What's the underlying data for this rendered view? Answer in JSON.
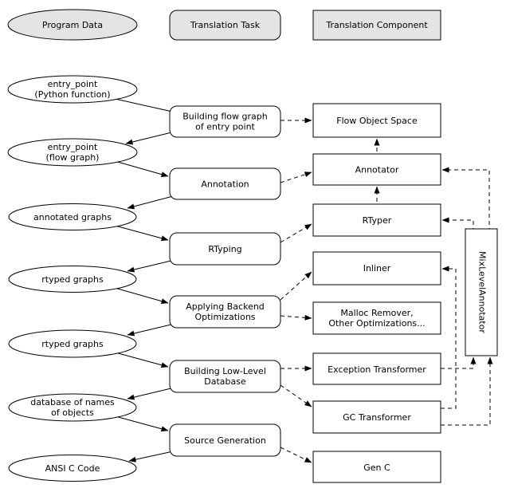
{
  "legend": {
    "data_label": "Program Data",
    "task_label": "Translation Task",
    "component_label": "Translation Component"
  },
  "data_nodes": {
    "entry_point_py": {
      "l1": "entry_point",
      "l2": "(Python function)"
    },
    "entry_point_fg": {
      "l1": "entry_point",
      "l2": "(flow graph)"
    },
    "annotated_graphs": {
      "l1": "annotated graphs"
    },
    "rtyped_graphs_1": {
      "l1": "rtyped graphs"
    },
    "rtyped_graphs_2": {
      "l1": "rtyped graphs"
    },
    "database_names": {
      "l1": "database of names",
      "l2": "of objects"
    },
    "ansi_c_code": {
      "l1": "ANSI C Code"
    }
  },
  "tasks": {
    "build_flowgraph": {
      "l1": "Building flow graph",
      "l2": "of entry point"
    },
    "annotation": {
      "l1": "Annotation"
    },
    "rtyping": {
      "l1": "RTyping"
    },
    "backend_opt": {
      "l1": "Applying Backend",
      "l2": "Optimizations"
    },
    "lowlevel_db": {
      "l1": "Building Low-Level",
      "l2": "Database"
    },
    "source_gen": {
      "l1": "Source Generation"
    }
  },
  "components": {
    "flow_object_space": {
      "l1": "Flow Object Space"
    },
    "annotator": {
      "l1": "Annotator"
    },
    "rtyper": {
      "l1": "RTyper"
    },
    "inliner": {
      "l1": "Inliner"
    },
    "malloc_remover": {
      "l1": "Malloc Remover,",
      "l2": "Other Optimizations..."
    },
    "exception_transformer": {
      "l1": "Exception Transformer"
    },
    "gc_transformer": {
      "l1": "GC Transformer"
    },
    "gen_c": {
      "l1": "Gen C"
    },
    "mixlevel_annotator": {
      "l1": "MixLevelAnnotator"
    }
  },
  "colors": {
    "legend_fill": "#e4e4e4",
    "node_fill": "#ffffff",
    "stroke": "#000000"
  }
}
